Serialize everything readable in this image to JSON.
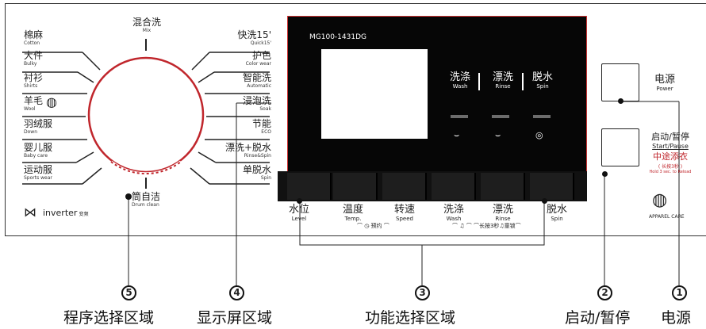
{
  "programs_left": [
    {
      "cn": "棉麻",
      "en": "Cotton"
    },
    {
      "cn": "大件",
      "en": "Bulky"
    },
    {
      "cn": "衬衫",
      "en": "Shirts"
    },
    {
      "cn": "羊毛",
      "en": "Wool"
    },
    {
      "cn": "羽绒服",
      "en": "Down"
    },
    {
      "cn": "婴儿服",
      "en": "Baby care"
    },
    {
      "cn": "运动服",
      "en": "Sports wear"
    }
  ],
  "programs_right": [
    {
      "cn": "快洗15'",
      "en": "Quick15'"
    },
    {
      "cn": "护色",
      "en": "Color wear"
    },
    {
      "cn": "智能洗",
      "en": "Automatic"
    },
    {
      "cn": "浸泡洗",
      "en": "Soak"
    },
    {
      "cn": "节能",
      "en": "ECO"
    },
    {
      "cn": "漂洗+脱水",
      "en": "Rinse&Spin"
    },
    {
      "cn": "单脱水",
      "en": "Spin"
    }
  ],
  "program_top": {
    "cn": "混合洗",
    "en": "Mix"
  },
  "program_bottom": {
    "cn": "筒自洁",
    "en": "Drum clean"
  },
  "brand": {
    "logo_text": "inverter",
    "sub": "变频"
  },
  "display": {
    "model": "MG100-1431DG",
    "modes": [
      {
        "cn": "洗涤",
        "en": "Wash"
      },
      {
        "cn": "漂洗",
        "en": "Rinse"
      },
      {
        "cn": "脱水",
        "en": "Spin"
      }
    ]
  },
  "functions": [
    {
      "cn": "水位",
      "en": "Level"
    },
    {
      "cn": "温度",
      "en": "Temp."
    },
    {
      "cn": "转速",
      "en": "Speed"
    },
    {
      "cn": "洗涤",
      "en": "Wash"
    },
    {
      "cn": "漂洗",
      "en": "Rinse"
    },
    {
      "cn": "脱水",
      "en": "Spin"
    }
  ],
  "function_notes": {
    "reserve": "⌒ ◷ 预约 ⌒",
    "lock": "⌒ ♫ ⌒ ⌒长按3秒♫童锁⌒"
  },
  "power": {
    "cn": "电源",
    "en": "Power"
  },
  "start": {
    "cn": "启动/暂停",
    "en": "Start/Pause",
    "add_cn": "中途添衣",
    "add_hint_cn": "( 长按3秒 )",
    "add_hint_en": "Hold 3 sec. to Reload"
  },
  "apparel_care": "APPAREL CARE",
  "callouts": [
    {
      "num": "5",
      "label": "程序选择区域"
    },
    {
      "num": "4",
      "label": "显示屏区域"
    },
    {
      "num": "3",
      "label": "功能选择区域"
    },
    {
      "num": "2",
      "label": "启动/暂停"
    },
    {
      "num": "1",
      "label": "电源"
    }
  ],
  "colors": {
    "accent_red": "#c0262c",
    "panel_black": "#060606"
  }
}
